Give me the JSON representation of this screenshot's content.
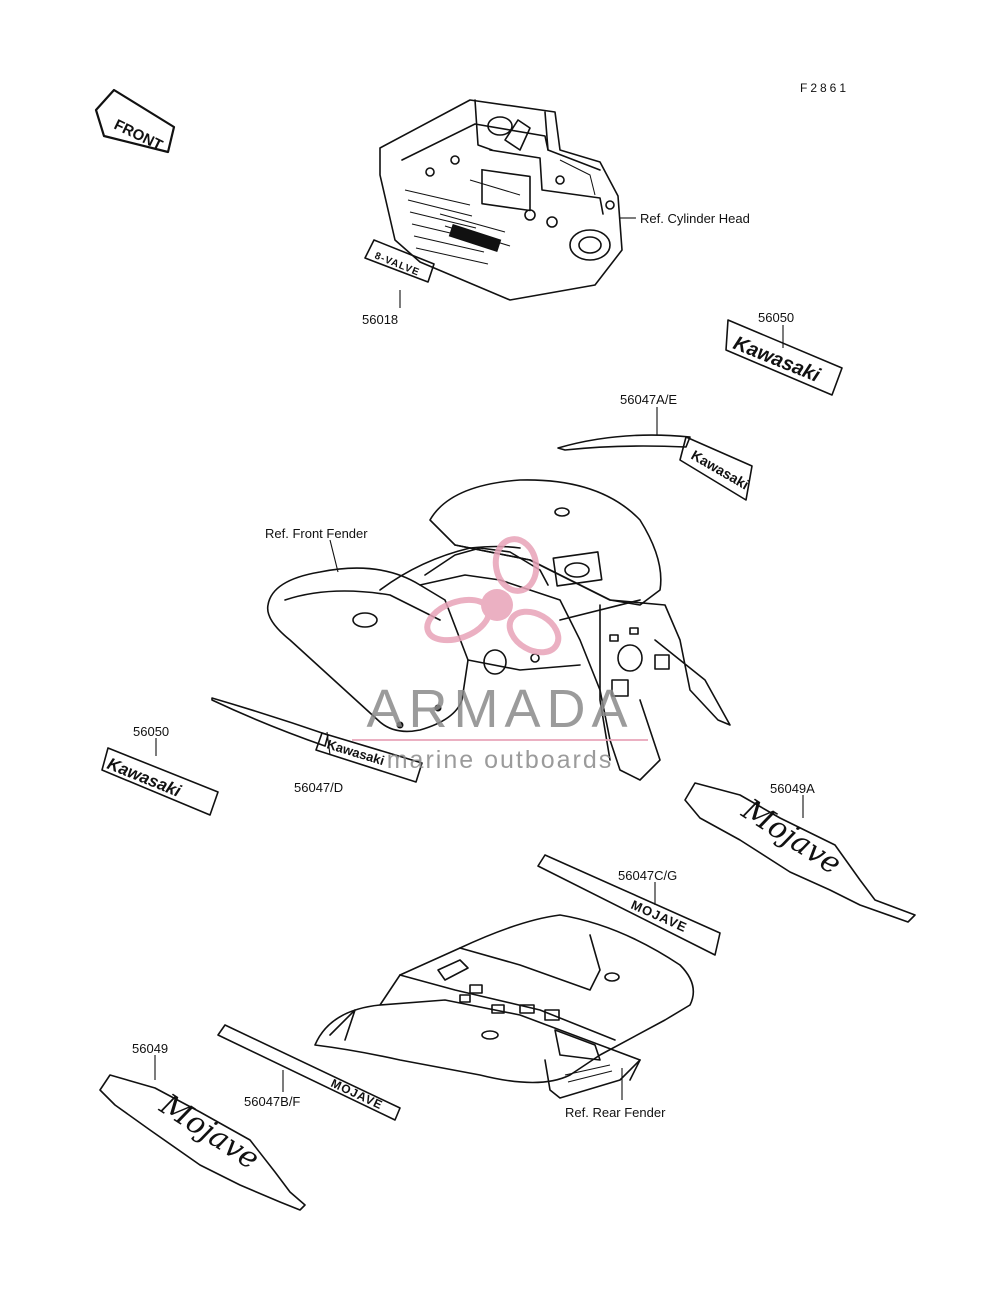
{
  "figure_id": "F2861",
  "direction_label": "FRONT",
  "decal_text": {
    "valve": "8-VALVE",
    "brand": "Kawasaki",
    "model": "MOJAVE",
    "model_script": "Mojave"
  },
  "callouts": {
    "cylinder_head": "Ref. Cylinder Head",
    "front_fender": "Ref. Front Fender",
    "rear_fender": "Ref. Rear Fender",
    "p56018": "56018",
    "p56050_top": "56050",
    "p56047ae": "56047A/E",
    "p56050_left": "56050",
    "p56047d": "56047/D",
    "p56049a": "56049A",
    "p56047cg": "56047C/G",
    "p56049": "56049",
    "p56047bf": "56047B/F"
  },
  "watermark": {
    "brand": "ARMADA",
    "tagline": "marine outboards",
    "color_logo": "#e8a3b8",
    "color_text": "#8a8a8a"
  }
}
